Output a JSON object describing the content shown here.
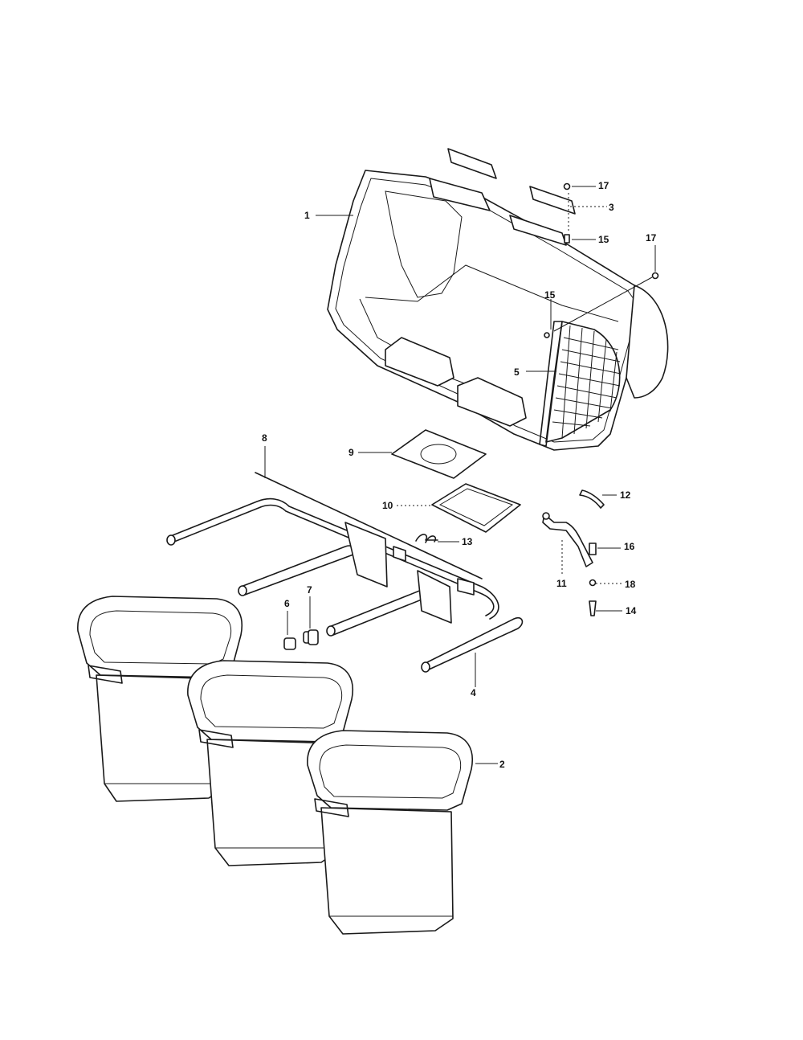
{
  "callouts": {
    "c1": "1",
    "c2": "2",
    "c3": "3",
    "c4": "4",
    "c5": "5",
    "c6": "6",
    "c7": "7",
    "c8": "8",
    "c9": "9",
    "c10": "10",
    "c11": "11",
    "c12": "12",
    "c13": "13",
    "c14": "14",
    "c15a": "15",
    "c15b": "15",
    "c16": "16",
    "c17a": "17",
    "c17b": "17",
    "c18": "18"
  }
}
